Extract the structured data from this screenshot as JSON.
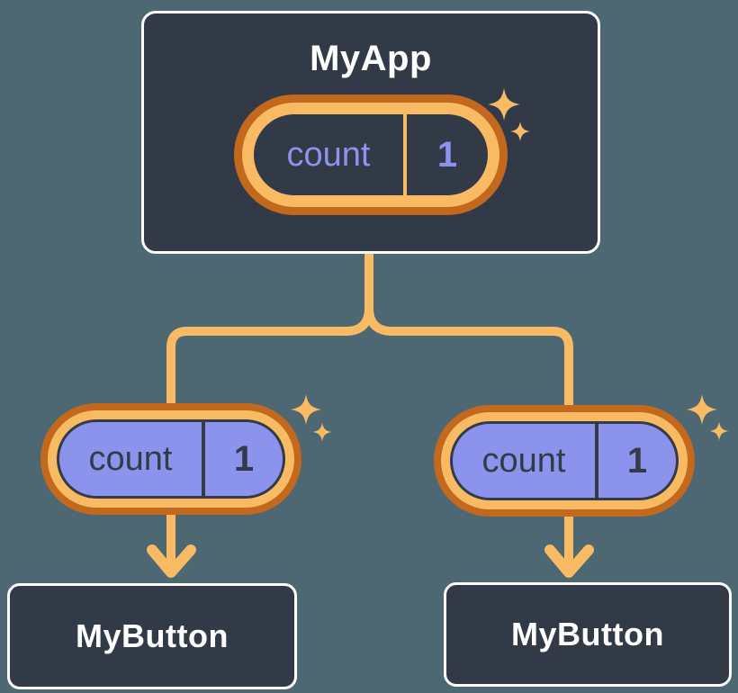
{
  "diagram": {
    "description": "React component tree showing state lifted to parent and passed down as props",
    "app": {
      "title": "MyApp",
      "state": {
        "label": "count",
        "value": "1"
      }
    },
    "children": [
      {
        "title": "MyButton",
        "state": {
          "label": "count",
          "value": "1"
        }
      },
      {
        "title": "MyButton",
        "state": {
          "label": "count",
          "value": "1"
        }
      }
    ],
    "icons": [
      "sparkle-icon",
      "arrow-down-icon"
    ],
    "colors": {
      "background": "#4D6872",
      "card_background": "#333A47",
      "card_border": "#FFFFFF",
      "pill_ring_dark_orange": "#C2691E",
      "pill_ring_light_orange": "#F8BB63",
      "connector_orange": "#F8BB63",
      "prop_pill_fill_periwinkle": "#8B93EC",
      "state_text_periwinkle": "#8B93EC",
      "dark_text": "#333B49",
      "title_text": "#FFFFFF"
    }
  }
}
